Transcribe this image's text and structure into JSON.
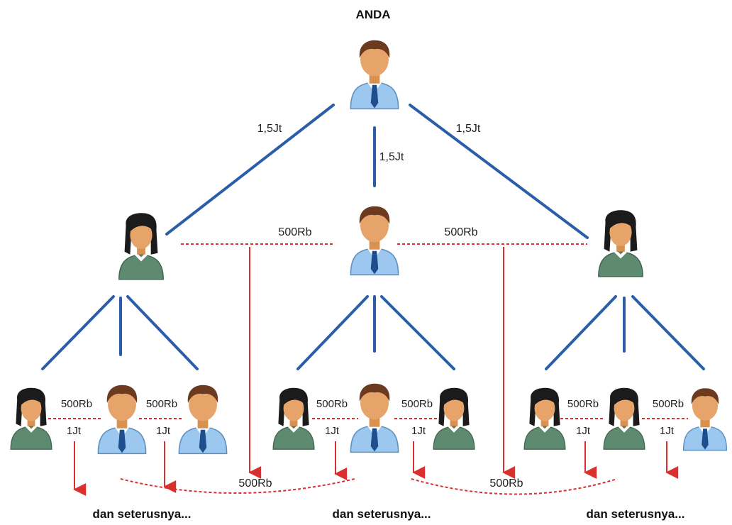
{
  "top_label": "ANDA",
  "edge_labels": {
    "top_left": "1,5Jt",
    "top_center": "1,5Jt",
    "top_right": "1,5Jt"
  },
  "cross_labels": {
    "mid_left": "500Rb",
    "mid_right": "500Rb",
    "bottom_left_1": "500Rb",
    "bottom_left_2": "500Rb",
    "bottom_mid_1": "500Rb",
    "bottom_mid_2": "500Rb",
    "bottom_right_1": "500Rb",
    "bottom_right_2": "500Rb",
    "arc_left": "500Rb",
    "arc_right": "500Rb"
  },
  "jt_labels": {
    "l1": "1Jt",
    "l2": "1Jt",
    "m1": "1Jt",
    "m2": "1Jt",
    "r1": "1Jt",
    "r2": "1Jt"
  },
  "footers": {
    "left": "dan seterusnya...",
    "center": "dan seterusnya...",
    "right": "dan seterusnya..."
  },
  "colors": {
    "line_blue": "#2b5ea8",
    "dashed_red": "#d9302e",
    "man_shirt": "#9cc7ee",
    "man_tie": "#1d4f8f",
    "woman_top": "#5e8a70",
    "skin": "#e7a46a",
    "hair_man": "#6b3a1f",
    "hair_woman": "#1b1b1b"
  },
  "people": [
    {
      "id": "root",
      "kind": "man"
    },
    {
      "id": "l1-left",
      "kind": "woman"
    },
    {
      "id": "l1-center",
      "kind": "man"
    },
    {
      "id": "l1-right",
      "kind": "woman"
    },
    {
      "id": "l2-a",
      "kind": "woman"
    },
    {
      "id": "l2-b",
      "kind": "man"
    },
    {
      "id": "l2-c",
      "kind": "man"
    },
    {
      "id": "l2-d",
      "kind": "woman"
    },
    {
      "id": "l2-e",
      "kind": "man"
    },
    {
      "id": "l2-f",
      "kind": "woman"
    },
    {
      "id": "l2-g",
      "kind": "woman"
    },
    {
      "id": "l2-h",
      "kind": "woman"
    },
    {
      "id": "l2-i",
      "kind": "man"
    }
  ]
}
